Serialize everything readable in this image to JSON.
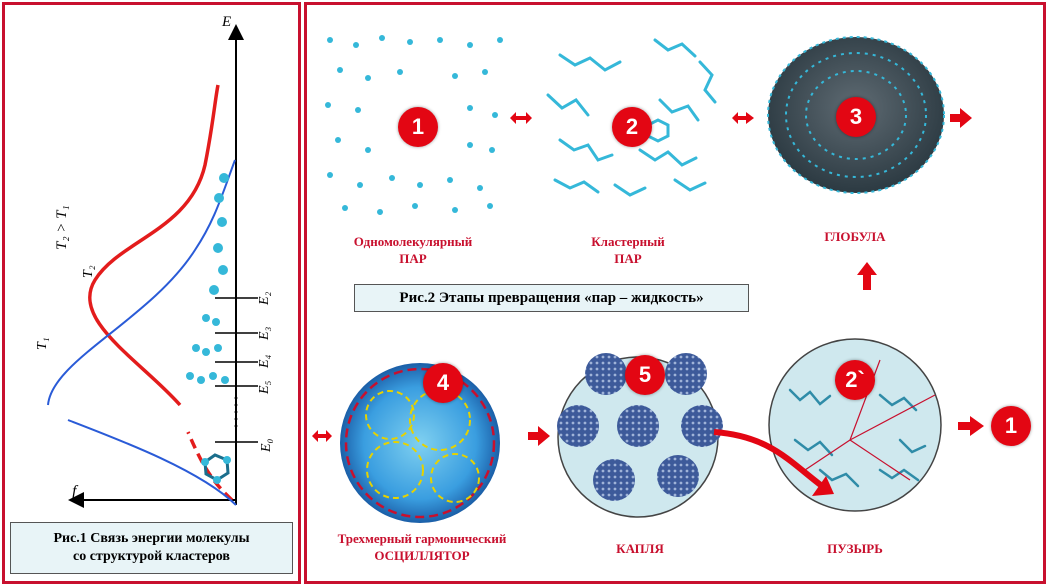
{
  "fig1": {
    "axis_e": "E",
    "axis_f": "f",
    "condition": "T₂ > T₁",
    "t1": "T₁",
    "t2": "T₂",
    "levels": [
      "E₂",
      "E₃",
      "E₄",
      "E₅",
      "E₀"
    ],
    "caption_line1": "Рис.1  Связь энергии молекулы",
    "caption_line2": "со структурой кластеров"
  },
  "fig2": {
    "caption": "Рис.2  Этапы превращения «пар – жидкость»",
    "stages": [
      {
        "badge": "1",
        "label_line1": "Одномолекулярный",
        "label_line2": "ПАР"
      },
      {
        "badge": "2",
        "label_line1": "Кластерный",
        "label_line2": "ПАР"
      },
      {
        "badge": "3",
        "label_line1": "ГЛОБУЛА",
        "label_line2": ""
      },
      {
        "badge": "4",
        "label_line1": "Трехмерный гармонический",
        "label_line2": "ОСЦИЛЛЯТОР"
      },
      {
        "badge": "5",
        "label_line1": "КАПЛЯ",
        "label_line2": ""
      },
      {
        "badge": "2`",
        "label_line1": "ПУЗЫРЬ",
        "label_line2": ""
      }
    ],
    "return_badge": "1"
  },
  "colors": {
    "frame": "#c8102e",
    "badge": "#e30613",
    "curve_t2": "#e31c1c",
    "curve_t1": "#2a5bd7",
    "sphere": "#cfe8ee",
    "molecule": "#35b8d9"
  }
}
